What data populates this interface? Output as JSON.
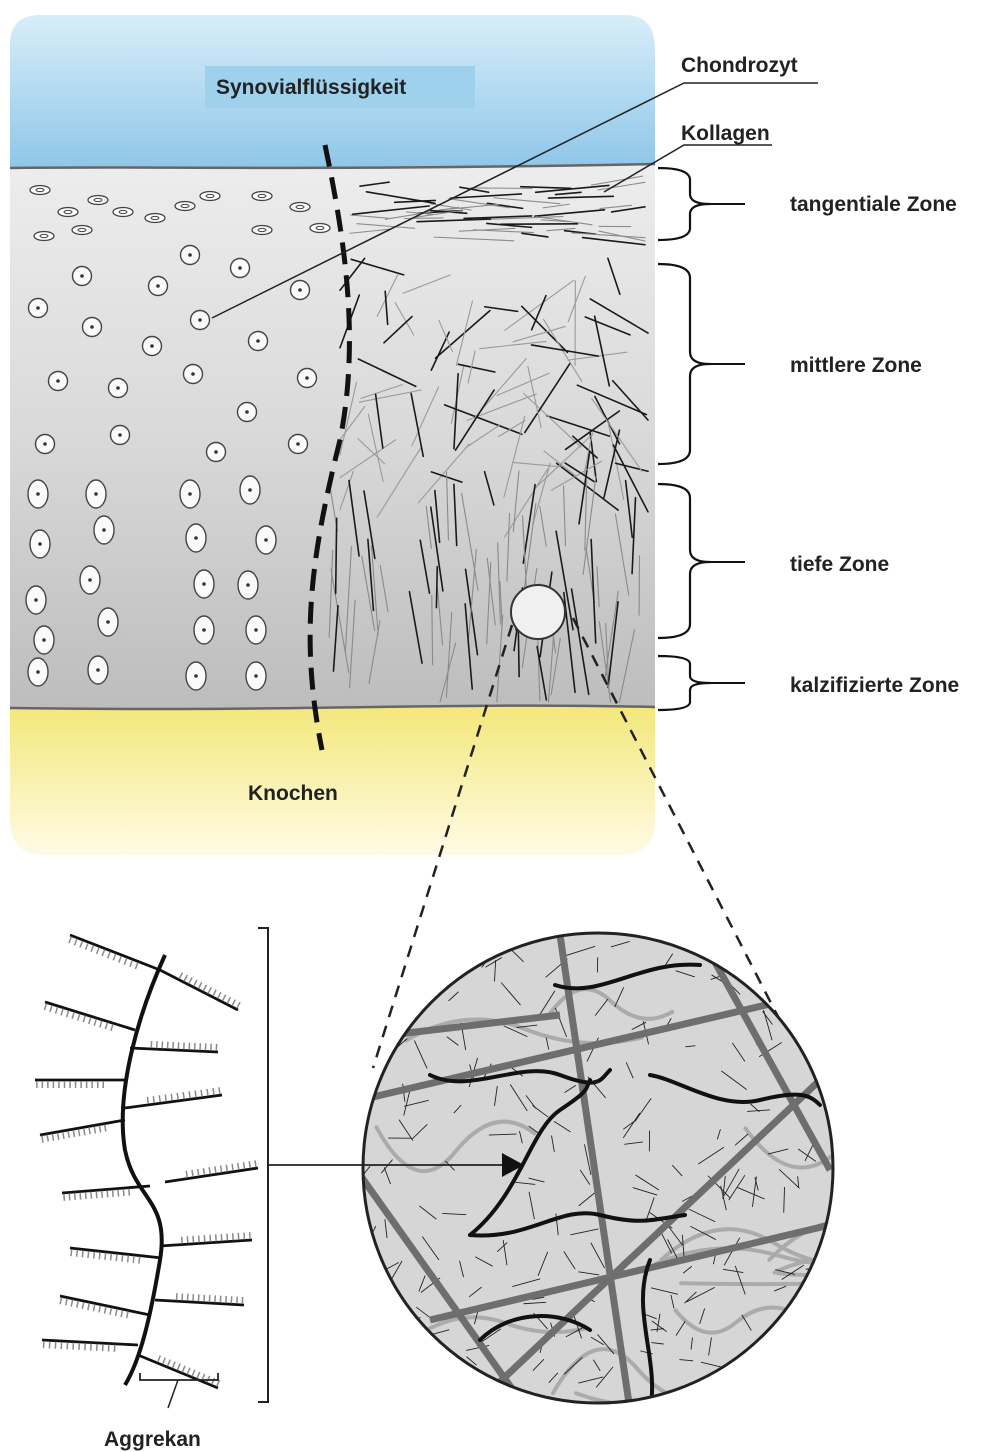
{
  "labels": {
    "synovial": "Synovialflüssigkeit",
    "chondrocyte": "Chondrozyt",
    "collagen": "Kollagen",
    "bone": "Knochen",
    "aggrecan": "Aggrekan"
  },
  "zones": [
    {
      "label": "tangentiale Zone"
    },
    {
      "label": "mittlere Zone"
    },
    {
      "label": "tiefe Zone"
    },
    {
      "label": "kalzifizierte Zone"
    }
  ],
  "colors": {
    "synovial": "#a9d4ee",
    "cartilage": "#d4d4d4",
    "bone": "#f6efa0",
    "collagen": "#1a1a1a",
    "accent_dashed": "#111111"
  }
}
